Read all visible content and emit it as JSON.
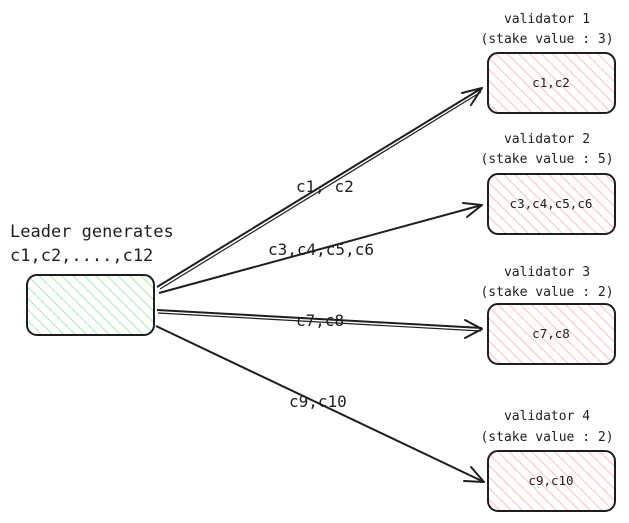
{
  "leader": {
    "title_line1": "Leader generates",
    "title_line2": "c1,c2,....,c12",
    "fill_color": "#b2f2bb"
  },
  "validators": [
    {
      "title": "validator 1",
      "stake": "(stake value : 3)",
      "content": "c1,c2"
    },
    {
      "title": "validator 2",
      "stake": "(stake value : 5)",
      "content": "c3,c4,c5,c6"
    },
    {
      "title": "validator 3",
      "stake": "(stake value : 2)",
      "content": "c7,c8"
    },
    {
      "title": "validator 4",
      "stake": "(stake value : 2)",
      "content": "c9,c10"
    }
  ],
  "edges": [
    {
      "label": "c1, c2"
    },
    {
      "label": "c3,c4,c5,c6"
    },
    {
      "label": "c7,c8"
    },
    {
      "label": "c9,c10"
    }
  ],
  "colors": {
    "stroke": "#1e1e1e",
    "validator_fill": "#ffc9c9",
    "leader_fill": "#b2f2bb"
  }
}
